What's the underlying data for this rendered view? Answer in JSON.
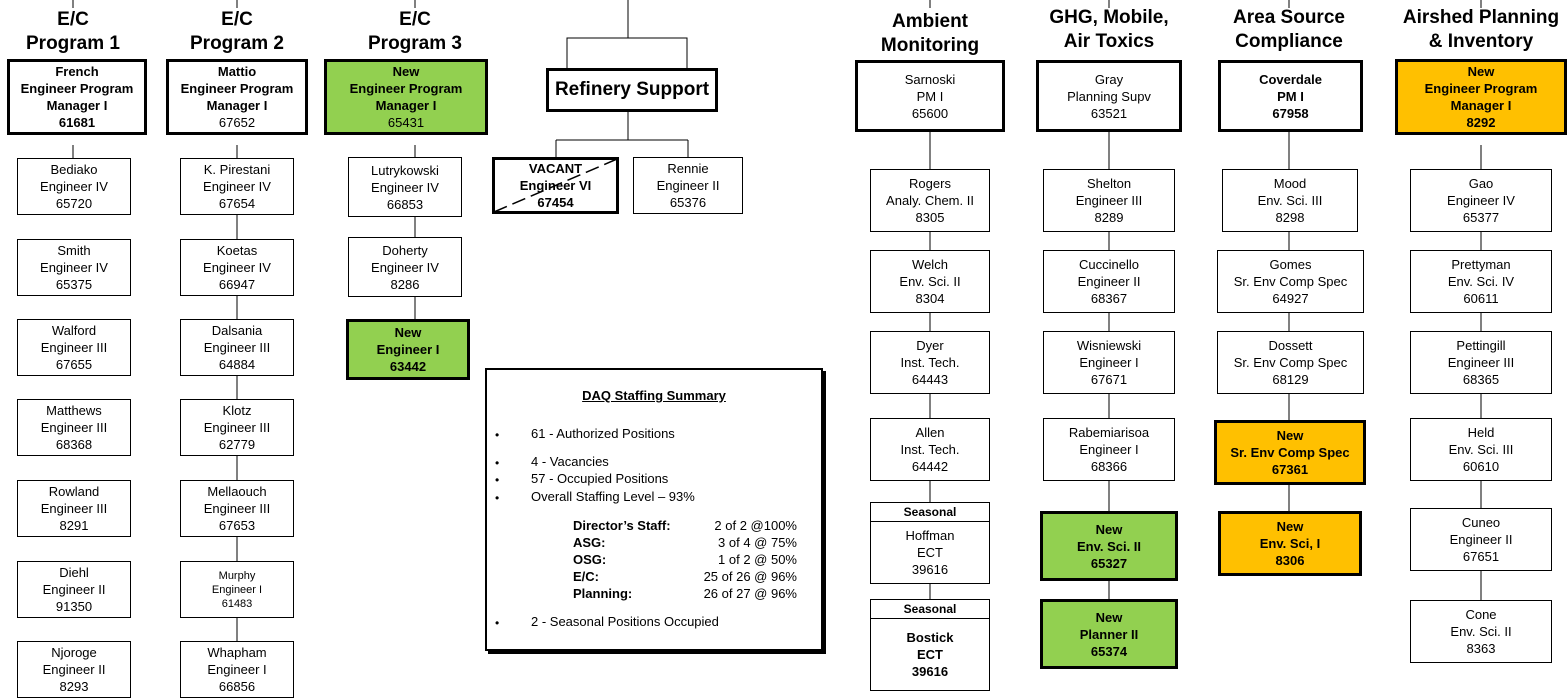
{
  "headers": {
    "ec1": [
      "E/C",
      "Program 1"
    ],
    "ec2": [
      "E/C",
      "Program 2"
    ],
    "ec3": [
      "E/C",
      "Program 3"
    ],
    "ambient": [
      "Ambient",
      "Monitoring"
    ],
    "ghg": [
      "GHG, Mobile,",
      "Air Toxics"
    ],
    "area": [
      "Area Source",
      "Compliance"
    ],
    "airshed": [
      "Airshed Planning",
      "& Inventory"
    ]
  },
  "refinery_label": "Refinery Support",
  "columns": {
    "ec1": [
      [
        "French",
        "Engineer Program",
        "Manager I",
        "61681"
      ],
      [
        "Bediako",
        "Engineer IV",
        "65720"
      ],
      [
        "Smith",
        "Engineer IV",
        "65375"
      ],
      [
        "Walford",
        "Engineer III",
        "67655"
      ],
      [
        "Matthews",
        "Engineer III",
        "68368"
      ],
      [
        "Rowland",
        "Engineer III",
        "8291"
      ],
      [
        "Diehl",
        "Engineer II",
        "91350"
      ],
      [
        "Njoroge",
        "Engineer II",
        "8293"
      ]
    ],
    "ec2": [
      [
        "Mattio",
        "Engineer Program",
        "Manager I",
        "67652"
      ],
      [
        "K. Pirestani",
        "Engineer IV",
        "67654"
      ],
      [
        "Koetas",
        "Engineer IV",
        "66947"
      ],
      [
        "Dalsania",
        "Engineer III",
        "64884"
      ],
      [
        "Klotz",
        "Engineer III",
        "62779"
      ],
      [
        "Mellaouch",
        "Engineer III",
        "67653"
      ],
      [
        "Murphy",
        "Engineer I",
        "61483"
      ],
      [
        "Whapham",
        "Engineer I",
        "66856"
      ]
    ],
    "ec3": [
      [
        "New",
        "Engineer Program",
        "Manager I",
        "65431"
      ],
      [
        "Lutrykowski",
        "Engineer IV",
        "66853"
      ],
      [
        "Doherty",
        "Engineer IV",
        "8286"
      ],
      [
        "New",
        "Engineer I",
        "63442"
      ]
    ],
    "refinery": [
      [
        "VACANT",
        "Engineer VI",
        "67454"
      ],
      [
        "Rennie",
        "Engineer II",
        "65376"
      ]
    ],
    "ambient": [
      [
        "Sarnoski",
        "PM I",
        "65600"
      ],
      [
        "Rogers",
        "Analy. Chem. II",
        "8305"
      ],
      [
        "Welch",
        "Env. Sci. II",
        "8304"
      ],
      [
        "Dyer",
        "Inst. Tech.",
        "64443"
      ],
      [
        "Allen",
        "Inst. Tech.",
        "64442"
      ],
      [
        "Hoffman",
        "ECT",
        "39616"
      ],
      [
        "Bostick",
        "ECT",
        "39616"
      ]
    ],
    "ghg": [
      [
        "Gray",
        "Planning Supv",
        "63521"
      ],
      [
        "Shelton",
        "Engineer III",
        "8289"
      ],
      [
        "Cuccinello",
        "Engineer II",
        "68367"
      ],
      [
        "Wisniewski",
        "Engineer I",
        "67671"
      ],
      [
        "Rabemiarisoa",
        "Engineer I",
        "68366"
      ],
      [
        "New",
        "Env. Sci. II",
        "65327"
      ],
      [
        "New",
        "Planner II",
        "65374"
      ]
    ],
    "area": [
      [
        "Coverdale",
        "PM I",
        "67958"
      ],
      [
        "Mood",
        "Env. Sci. III",
        "8298"
      ],
      [
        "Gomes",
        "Sr. Env Comp Spec",
        "64927"
      ],
      [
        "Dossett",
        "Sr. Env Comp Spec",
        "68129"
      ],
      [
        "New",
        "Sr. Env Comp Spec",
        "67361"
      ],
      [
        "New",
        "Env. Sci, I",
        "8306"
      ]
    ],
    "airshed": [
      [
        "New",
        "Engineer Program",
        "Manager I",
        "8292"
      ],
      [
        "Gao",
        "Engineer IV",
        "65377"
      ],
      [
        "Prettyman",
        "Env. Sci. IV",
        "60611"
      ],
      [
        "Pettingill",
        "Engineer III",
        "68365"
      ],
      [
        "Held",
        "Env. Sci. III",
        "60610"
      ],
      [
        "Cuneo",
        "Engineer II",
        "67651"
      ],
      [
        "Cone",
        "Env. Sci. II",
        "8363"
      ]
    ]
  },
  "seasonal_label": "Seasonal",
  "summary": {
    "title": "DAQ Staffing Summary",
    "bullets": [
      "61 - Authorized Positions",
      "4 - Vacancies",
      "57 - Occupied Positions",
      "Overall Staffing Level – 93%"
    ],
    "rows": [
      {
        "label": "Director’s Staff:",
        "value": "2 of 2 @100%"
      },
      {
        "label": "ASG:",
        "value": "3 of 4 @ 75%"
      },
      {
        "label": "OSG:",
        "value": "1 of 2 @ 50%"
      },
      {
        "label": "E/C:",
        "value": "25 of 26 @ 96%"
      },
      {
        "label": "Planning:",
        "value": "26 of 27 @ 96%"
      }
    ],
    "last_bullet": "2 - Seasonal Positions Occupied"
  },
  "colors": {
    "new_green": "#92d050",
    "new_orange": "#ffc000",
    "line": "#000000"
  }
}
